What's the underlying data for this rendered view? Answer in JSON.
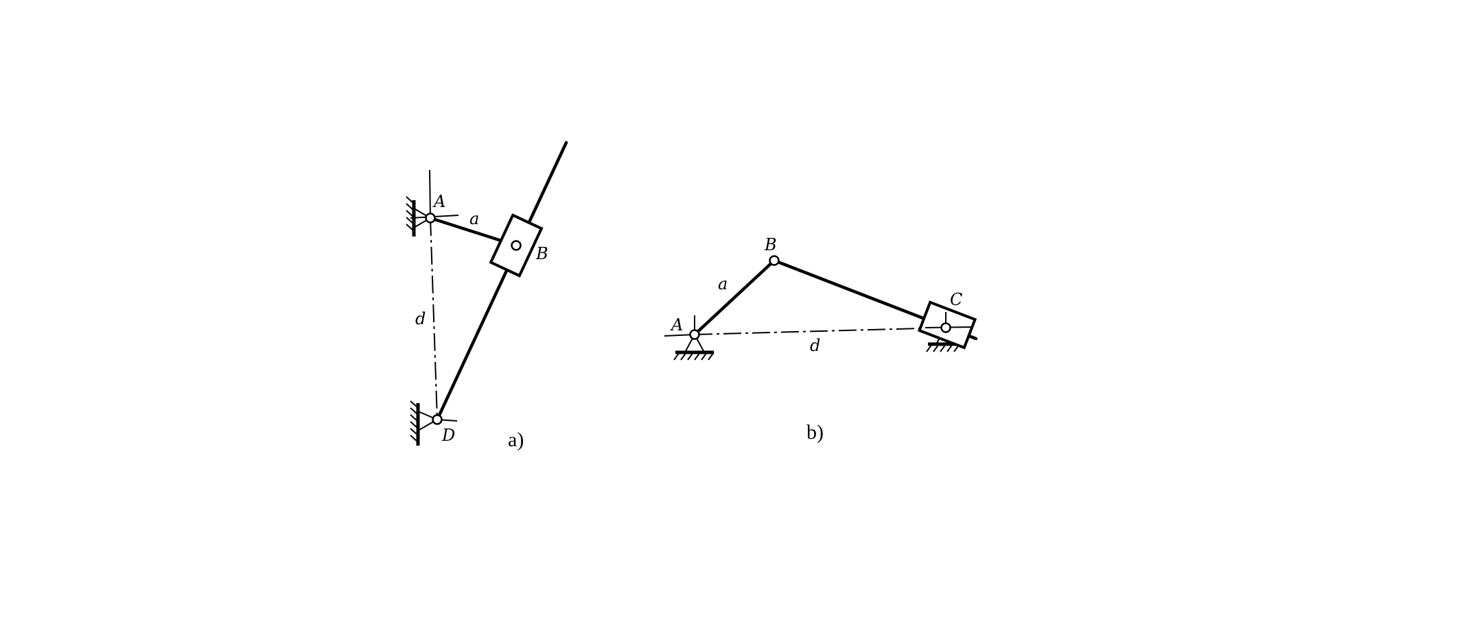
{
  "figure_a": {
    "caption": "a)",
    "labels": {
      "A": "A",
      "B": "B",
      "D": "D",
      "a": "a",
      "d": "d"
    }
  },
  "figure_b": {
    "caption": "b)",
    "labels": {
      "A": "A",
      "B": "B",
      "C": "C",
      "a": "a",
      "d": "d"
    }
  }
}
